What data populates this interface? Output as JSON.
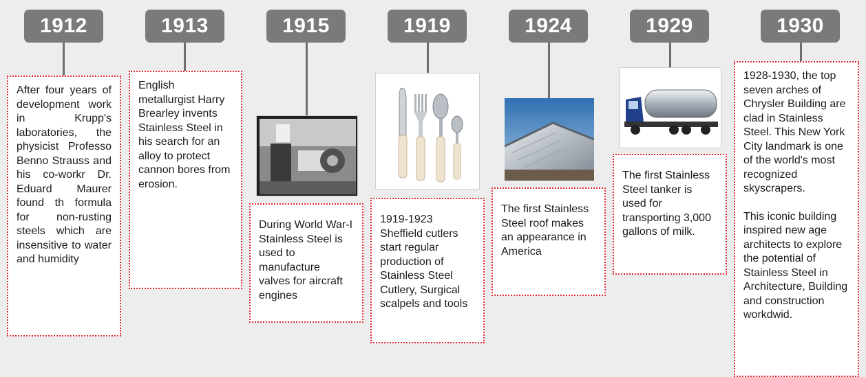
{
  "milestones": [
    {
      "year": "1912",
      "text": "After four years of development work in Krupp's laboratories, the physicist Professo Benno Strauss and his co-workr Dr. Eduard Maurer found th formula for non-rusting steels which are insensitive to water and humidity"
    },
    {
      "year": "1913",
      "text": "English metallurgist Harry Brearley invents Stainless Steel in his search for an alloy to protect cannon bores from erosion."
    },
    {
      "year": "1915",
      "text": "During World War-I Stainless Steel is used to manufacture valves for aircraft engines"
    },
    {
      "year": "1919",
      "text": "1919-1923 Sheffield cutlers start regular production of Stainless Steel Cutlery, Surgical scalpels and tools"
    },
    {
      "year": "1924",
      "text": "The first Stainless Steel roof makes an appearance in America"
    },
    {
      "year": "1929",
      "text": "The first Stainless Steel tanker is used for transporting 3,000 gallons of milk."
    },
    {
      "year": "1930",
      "text": "1928-1930, the top seven arches of Chrysler Building are clad in Stainless Steel. This New York City landmark is one of the world's most recognized skyscrapers.",
      "text2": "This iconic building inspired new age architects to explore the potential of Stainless Steel in Architecture, Building and construction workdwid."
    }
  ],
  "colors": {
    "year_badge": "#7a7a7a",
    "box_border": "#e2262f",
    "connector": "#6d6d6d",
    "background": "#ededed"
  }
}
